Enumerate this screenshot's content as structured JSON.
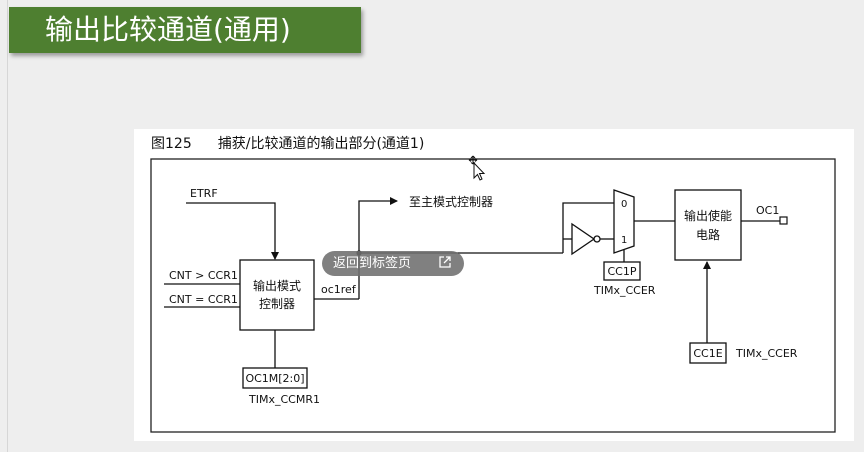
{
  "title": "输出比较通道(通用)",
  "figure": {
    "caption_num": "图125",
    "caption_text": "捕获/比较通道的输出部分(通道1)"
  },
  "labels": {
    "etrf": "ETRF",
    "to_master": "至主模式控制器",
    "cnt_gt": "CNT > CCR1",
    "cnt_eq": "CNT = CCR1",
    "mode_ctrl_1": "输出模式",
    "mode_ctrl_2": "控制器",
    "oc1ref": "oc1ref",
    "oc1m": "OC1M[2:0]",
    "ccmr1": "TIMx_CCMR1",
    "mux0": "0",
    "mux1": "1",
    "cc1p": "CC1P",
    "ccer_p": "TIMx_CCER",
    "enable_1": "输出使能",
    "enable_2": "电路",
    "oc1": "OC1",
    "cc1e": "CC1E",
    "ccer_e": "TIMx_CCER"
  },
  "overlay": {
    "return_label": "返回到标签页",
    "return_icon": "external-link-icon",
    "cursor_icon": "move-cursor-icon"
  }
}
